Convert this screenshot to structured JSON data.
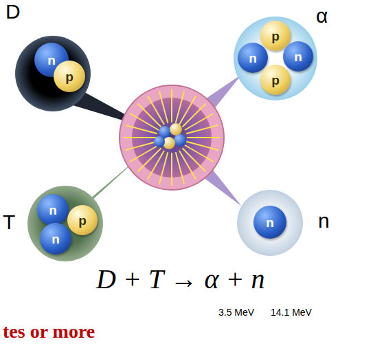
{
  "diagram": {
    "nodes": [
      {
        "text": [
          "D"
        ]
      },
      {
        "text": [
          "n"
        ],
        "in": 0
      },
      {
        "text": [
          "p"
        ],
        "in": 0
      },
      {
        "text": [
          "T"
        ]
      },
      {
        "text": [
          "n"
        ],
        "in": 3
      },
      {
        "text": [
          "p"
        ],
        "in": 3
      },
      {
        "text": [
          "n"
        ],
        "in": 3
      },
      {
        "text": [
          "α"
        ]
      },
      {
        "text": [
          "p"
        ],
        "in": 7
      },
      {
        "text": [
          "n"
        ],
        "in": 7
      },
      {
        "text": [
          "n"
        ],
        "in": 7
      },
      {
        "text": [
          "p"
        ],
        "in": 7
      },
      {
        "text": [
          "n"
        ]
      },
      {
        "text": [
          "n"
        ],
        "in": 12
      }
    ],
    "labels": [
      "D + T → α + n",
      "3.5 MeV",
      "14.1 MeV",
      "tes or more"
    ]
  }
}
